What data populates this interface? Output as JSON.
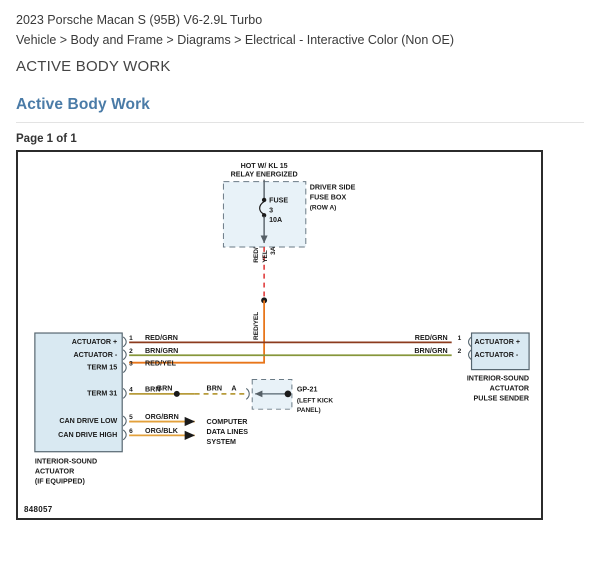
{
  "header": {
    "vehicle": "2023 Porsche Macan S (95B) V6-2.9L Turbo",
    "breadcrumb": "Vehicle > Body and Frame > Diagrams > Electrical - Interactive Color (Non OE)",
    "doc_title": "ACTIVE BODY WORK",
    "section_title": "Active Body Work",
    "page_of": "Page 1 of 1",
    "accent_color": "#4a7ba7"
  },
  "diagram": {
    "code": "848057",
    "fusebox": {
      "top_note_line1": "HOT W/ KL 15",
      "top_note_line2": "RELAY ENERGIZED",
      "caption_line1": "DRIVER SIDE",
      "caption_line2": "FUSE BOX",
      "caption_line3": "(ROW A)",
      "fuse_label": "FUSE",
      "fuse_number": "3",
      "fuse_rating": "10A",
      "fill_color": "#e8f2f8"
    },
    "supply_wire": {
      "dashed_label_color": "RED/",
      "dashed_label_color2": "YEL",
      "dashed_label_gauge": "3A",
      "solid_label": "RED/YEL",
      "dashed_color": "#e03b3b",
      "solid_color": "#e8761a"
    },
    "left_module": {
      "caption_line1": "INTERIOR-SOUND",
      "caption_line2": "ACTUATOR",
      "caption_line3": "(IF EQUIPPED)",
      "fill_color": "#d9e9f2",
      "terminals": [
        {
          "name": "ACTUATOR +",
          "pin": "1",
          "wire": "RED/GRN",
          "color": "#8c3b1e"
        },
        {
          "name": "ACTUATOR -",
          "pin": "2",
          "wire": "BRN/GRN",
          "color": "#86963a"
        },
        {
          "name": "TERM 15",
          "pin": "3",
          "wire": "RED/YEL",
          "color": "#e8761a"
        },
        {
          "name": "TERM 31",
          "pin": "4",
          "wire": "BRN",
          "color": "#b79b3a"
        },
        {
          "name": "CAN DRIVE LOW",
          "pin": "5",
          "wire": "ORG/BRN",
          "color": "#e3a13c"
        },
        {
          "name": "CAN DRIVE HIGH",
          "pin": "6",
          "wire": "ORG/BLK",
          "color": "#e3a13c"
        }
      ]
    },
    "right_module": {
      "caption_line1": "INTERIOR-SOUND",
      "caption_line2": "ACTUATOR",
      "caption_line3": "PULSE SENDER",
      "fill_color": "#d9e9f2",
      "terminals": [
        {
          "name": "ACTUATOR +",
          "pin": "1",
          "wire": "RED/GRN"
        },
        {
          "name": "ACTUATOR -",
          "pin": "2",
          "wire": "BRN/GRN"
        }
      ]
    },
    "ground": {
      "wire_label": "BRN",
      "branch_label": "A",
      "point_id": "GP-21",
      "location_line1": "(LEFT KICK",
      "location_line2": "PANEL)",
      "box_fill": "#e8f2f8"
    },
    "computer": {
      "line1": "COMPUTER",
      "line2": "DATA LINES",
      "line3": "SYSTEM"
    }
  }
}
